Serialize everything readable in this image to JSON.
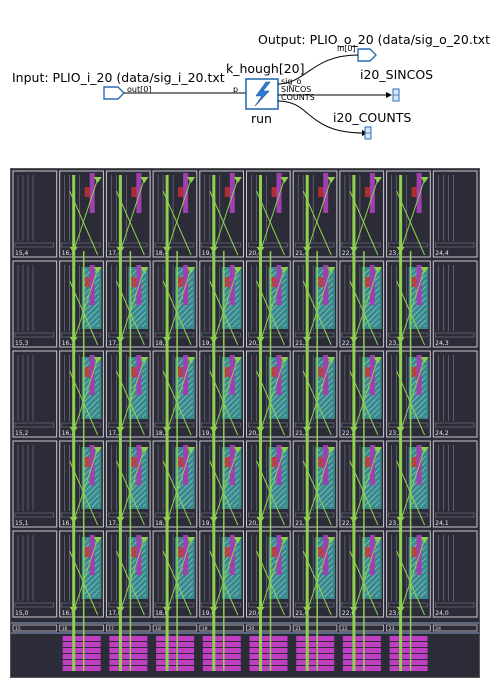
{
  "graph": {
    "input_label": "Input: PLIO_i_20 (data/sig_i_20.txt",
    "output_label": "Output: PLIO_o_20 (data/sig_o_20.txt",
    "kernel_name": "k_hough[20]",
    "kernel_port_in": "p",
    "kernel_run_label": "run",
    "kernel_out_ports": [
      "sig_o",
      "SINCOS",
      "COUNTS"
    ],
    "input_port": "out[0]",
    "output_port": "in[0]",
    "sincos_buffer": "i20_SINCOS",
    "counts_buffer": "i20_COUNTS"
  },
  "array": {
    "columns": [
      15,
      16,
      17,
      18,
      19,
      20,
      21,
      22,
      23,
      24
    ],
    "rows": [
      4,
      3,
      2,
      1,
      0
    ],
    "tiles": [
      {
        "row": 4,
        "labels": [
          "15,4",
          "16,4",
          "17,4",
          "18,4",
          "19,4",
          "20,4",
          "21,4",
          "22,4",
          "23,4",
          "24,4"
        ]
      },
      {
        "row": 3,
        "labels": [
          "15,3",
          "16,3",
          "17,3",
          "18,3",
          "19,3",
          "20,3",
          "21,3",
          "22,3",
          "23,3",
          "24,3"
        ]
      },
      {
        "row": 2,
        "labels": [
          "15,2",
          "16,2",
          "17,2",
          "18,2",
          "19,2",
          "20,2",
          "21,2",
          "22,2",
          "23,2",
          "24,2"
        ]
      },
      {
        "row": 1,
        "labels": [
          "15,1",
          "16,1",
          "17,1",
          "18,1",
          "19,1",
          "20,1",
          "21,1",
          "22,1",
          "23,1",
          "24,1"
        ]
      },
      {
        "row": 0,
        "labels": [
          "15,0",
          "16,0",
          "17,0",
          "18,0",
          "19,0",
          "20,0",
          "21,0",
          "22,0",
          "23,0",
          "24,0"
        ]
      }
    ],
    "shim_labels": [
      "15",
      "16",
      "17",
      "18",
      "19",
      "20",
      "21",
      "22",
      "23",
      "24"
    ],
    "colors": {
      "background": "#2c2c38",
      "tile_border": "#c8c8cc",
      "kernel_fill": "#3fa7a8",
      "buffer_fill": "#a040b0",
      "buffer_accent": "#d03030",
      "net_color": "#8fd14f",
      "plio_fill": "#d040d0"
    }
  }
}
